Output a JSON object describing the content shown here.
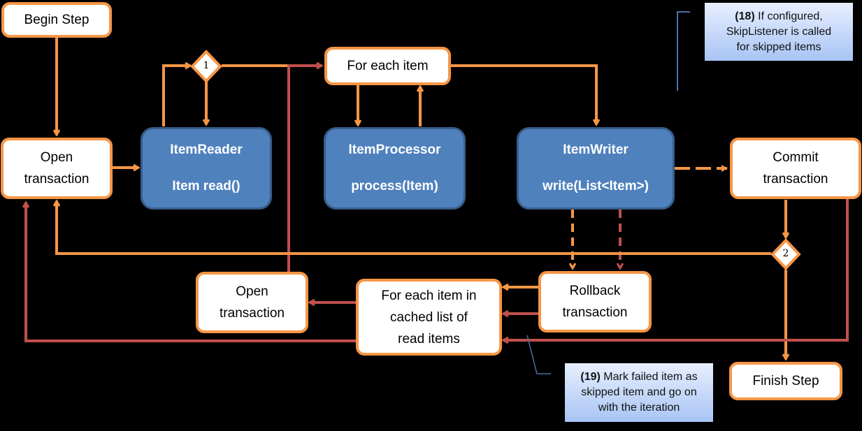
{
  "nodes": {
    "begin_step": "Begin Step",
    "open_transaction_1": [
      "Open",
      "transaction"
    ],
    "item_reader": {
      "title": "ItemReader",
      "method": "Item read()"
    },
    "for_each_item": "For each item",
    "item_processor": {
      "title": "ItemProcessor",
      "method": "process(Item)"
    },
    "item_writer": {
      "title": "ItemWriter",
      "method": "write(List<Item>)"
    },
    "commit_transaction": [
      "Commit",
      "transaction"
    ],
    "rollback_transaction": [
      "Rollback",
      "transaction"
    ],
    "for_each_cached": [
      "For each item in",
      "cached list of",
      "read items"
    ],
    "open_transaction_2": [
      "Open",
      "transaction"
    ],
    "finish_step": "Finish Step"
  },
  "decisions": {
    "d1": "1",
    "d2": "2"
  },
  "notes": {
    "n18": {
      "num": "(18)",
      "text_1": " If configured,",
      "text_2": "SkipListener is called",
      "text_3": "for skipped items"
    },
    "n19": {
      "num": "(19)",
      "text_1": " Mark failed item as",
      "text_2": "skipped item and go on",
      "text_3": "with the iteration"
    }
  },
  "colors": {
    "orange": "#f79646",
    "red": "#c0504d",
    "blue": "#4f81bd",
    "callout_line": "#4a6fa5"
  }
}
